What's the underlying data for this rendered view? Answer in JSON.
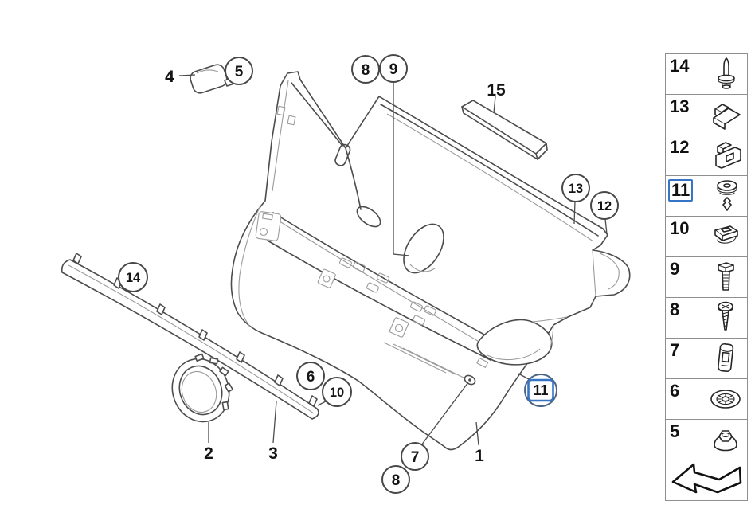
{
  "colors": {
    "background": "#ffffff",
    "line": "#4c4c4c",
    "line_light": "#9b9b9b",
    "text": "#141414",
    "accent_blue": "#3674c5"
  },
  "diagram": {
    "selected_callout": "11",
    "callouts": [
      {
        "label": "4",
        "style": "plain"
      },
      {
        "label": "5",
        "style": "circle"
      },
      {
        "label": "8",
        "style": "circle"
      },
      {
        "label": "9",
        "style": "circle"
      },
      {
        "label": "15",
        "style": "plain"
      },
      {
        "label": "13",
        "style": "circle"
      },
      {
        "label": "12",
        "style": "circle"
      },
      {
        "label": "14",
        "style": "circle"
      },
      {
        "label": "6",
        "style": "circle"
      },
      {
        "label": "10",
        "style": "circle"
      },
      {
        "label": "2",
        "style": "plain"
      },
      {
        "label": "3",
        "style": "plain"
      },
      {
        "label": "7",
        "style": "circle"
      },
      {
        "label": "8",
        "style": "circle"
      },
      {
        "label": "1",
        "style": "plain"
      },
      {
        "label": "11",
        "style": "circle-highlighted"
      }
    ]
  },
  "sidebar": {
    "items": [
      {
        "label": "14",
        "icon": "rivet-pin-icon",
        "selected": false
      },
      {
        "label": "13",
        "icon": "sheet-metal-clip-icon",
        "selected": false
      },
      {
        "label": "12",
        "icon": "clamp-clip-icon",
        "selected": false
      },
      {
        "label": "11",
        "icon": "grommet-with-pin-icon",
        "selected": true
      },
      {
        "label": "10",
        "icon": "square-clip-nut-icon",
        "selected": false
      },
      {
        "label": "9",
        "icon": "hex-bolt-icon",
        "selected": false
      },
      {
        "label": "8",
        "icon": "screw-icon",
        "selected": false
      },
      {
        "label": "7",
        "icon": "connector-clip-icon",
        "selected": false
      },
      {
        "label": "6",
        "icon": "star-washer-icon",
        "selected": false
      },
      {
        "label": "5",
        "icon": "plastic-nut-icon",
        "selected": false
      },
      {
        "label": "",
        "icon": "back-arrow-icon",
        "selected": false
      }
    ]
  }
}
